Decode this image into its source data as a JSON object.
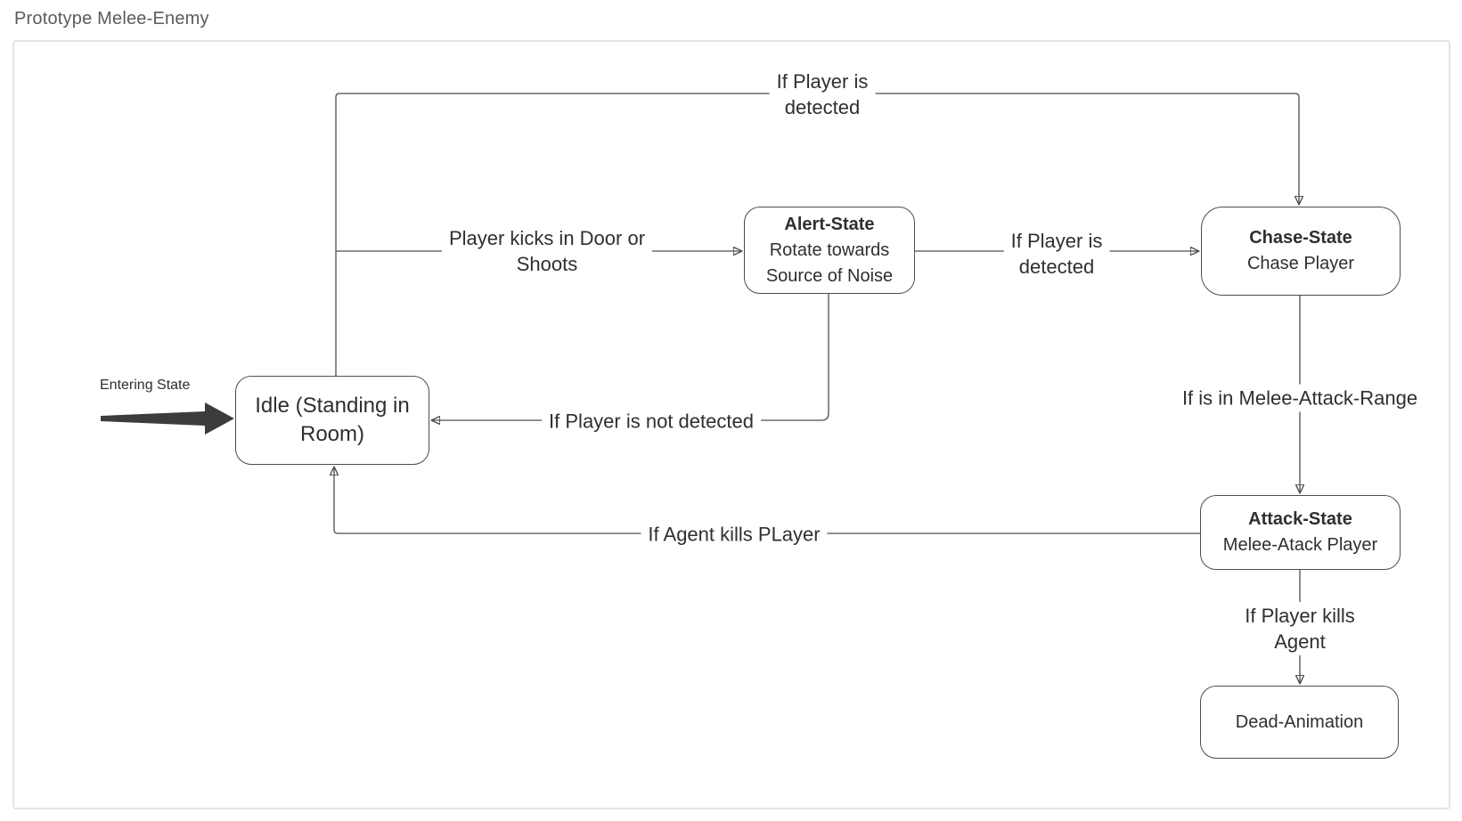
{
  "window": {
    "title": "Prototype Melee-Enemy"
  },
  "diagram": {
    "entering_state_label": "Entering State",
    "nodes": {
      "idle": {
        "body": "Idle (Standing in Room)"
      },
      "alert": {
        "title": "Alert-State",
        "body": "Rotate towards Source of Noise"
      },
      "chase": {
        "title": "Chase-State",
        "body": "Chase Player"
      },
      "attack": {
        "title": "Attack-State",
        "body": "Melee-Atack Player"
      },
      "dead": {
        "body": "Dead-Animation"
      }
    },
    "edge_labels": {
      "idle_to_chase": [
        "If Player is",
        "detected"
      ],
      "idle_to_alert": [
        "Player kicks in Door or",
        "Shoots"
      ],
      "alert_to_chase": [
        "If Player is",
        "detected"
      ],
      "alert_to_idle": [
        "If Player is not detected"
      ],
      "chase_to_attack": [
        "If is in Melee-Attack-Range"
      ],
      "attack_to_idle": [
        "If Agent kills PLayer"
      ],
      "attack_to_dead": [
        "If Player kills",
        "Agent"
      ]
    },
    "colors": {
      "line": "#4d4d4d",
      "node_border": "#4d4d4d",
      "text": "#2f2f2f",
      "page_title": "#5b5b5b",
      "canvas_border": "#e3e3e3",
      "entering_arrow_fill": "#3c3c3c"
    }
  }
}
